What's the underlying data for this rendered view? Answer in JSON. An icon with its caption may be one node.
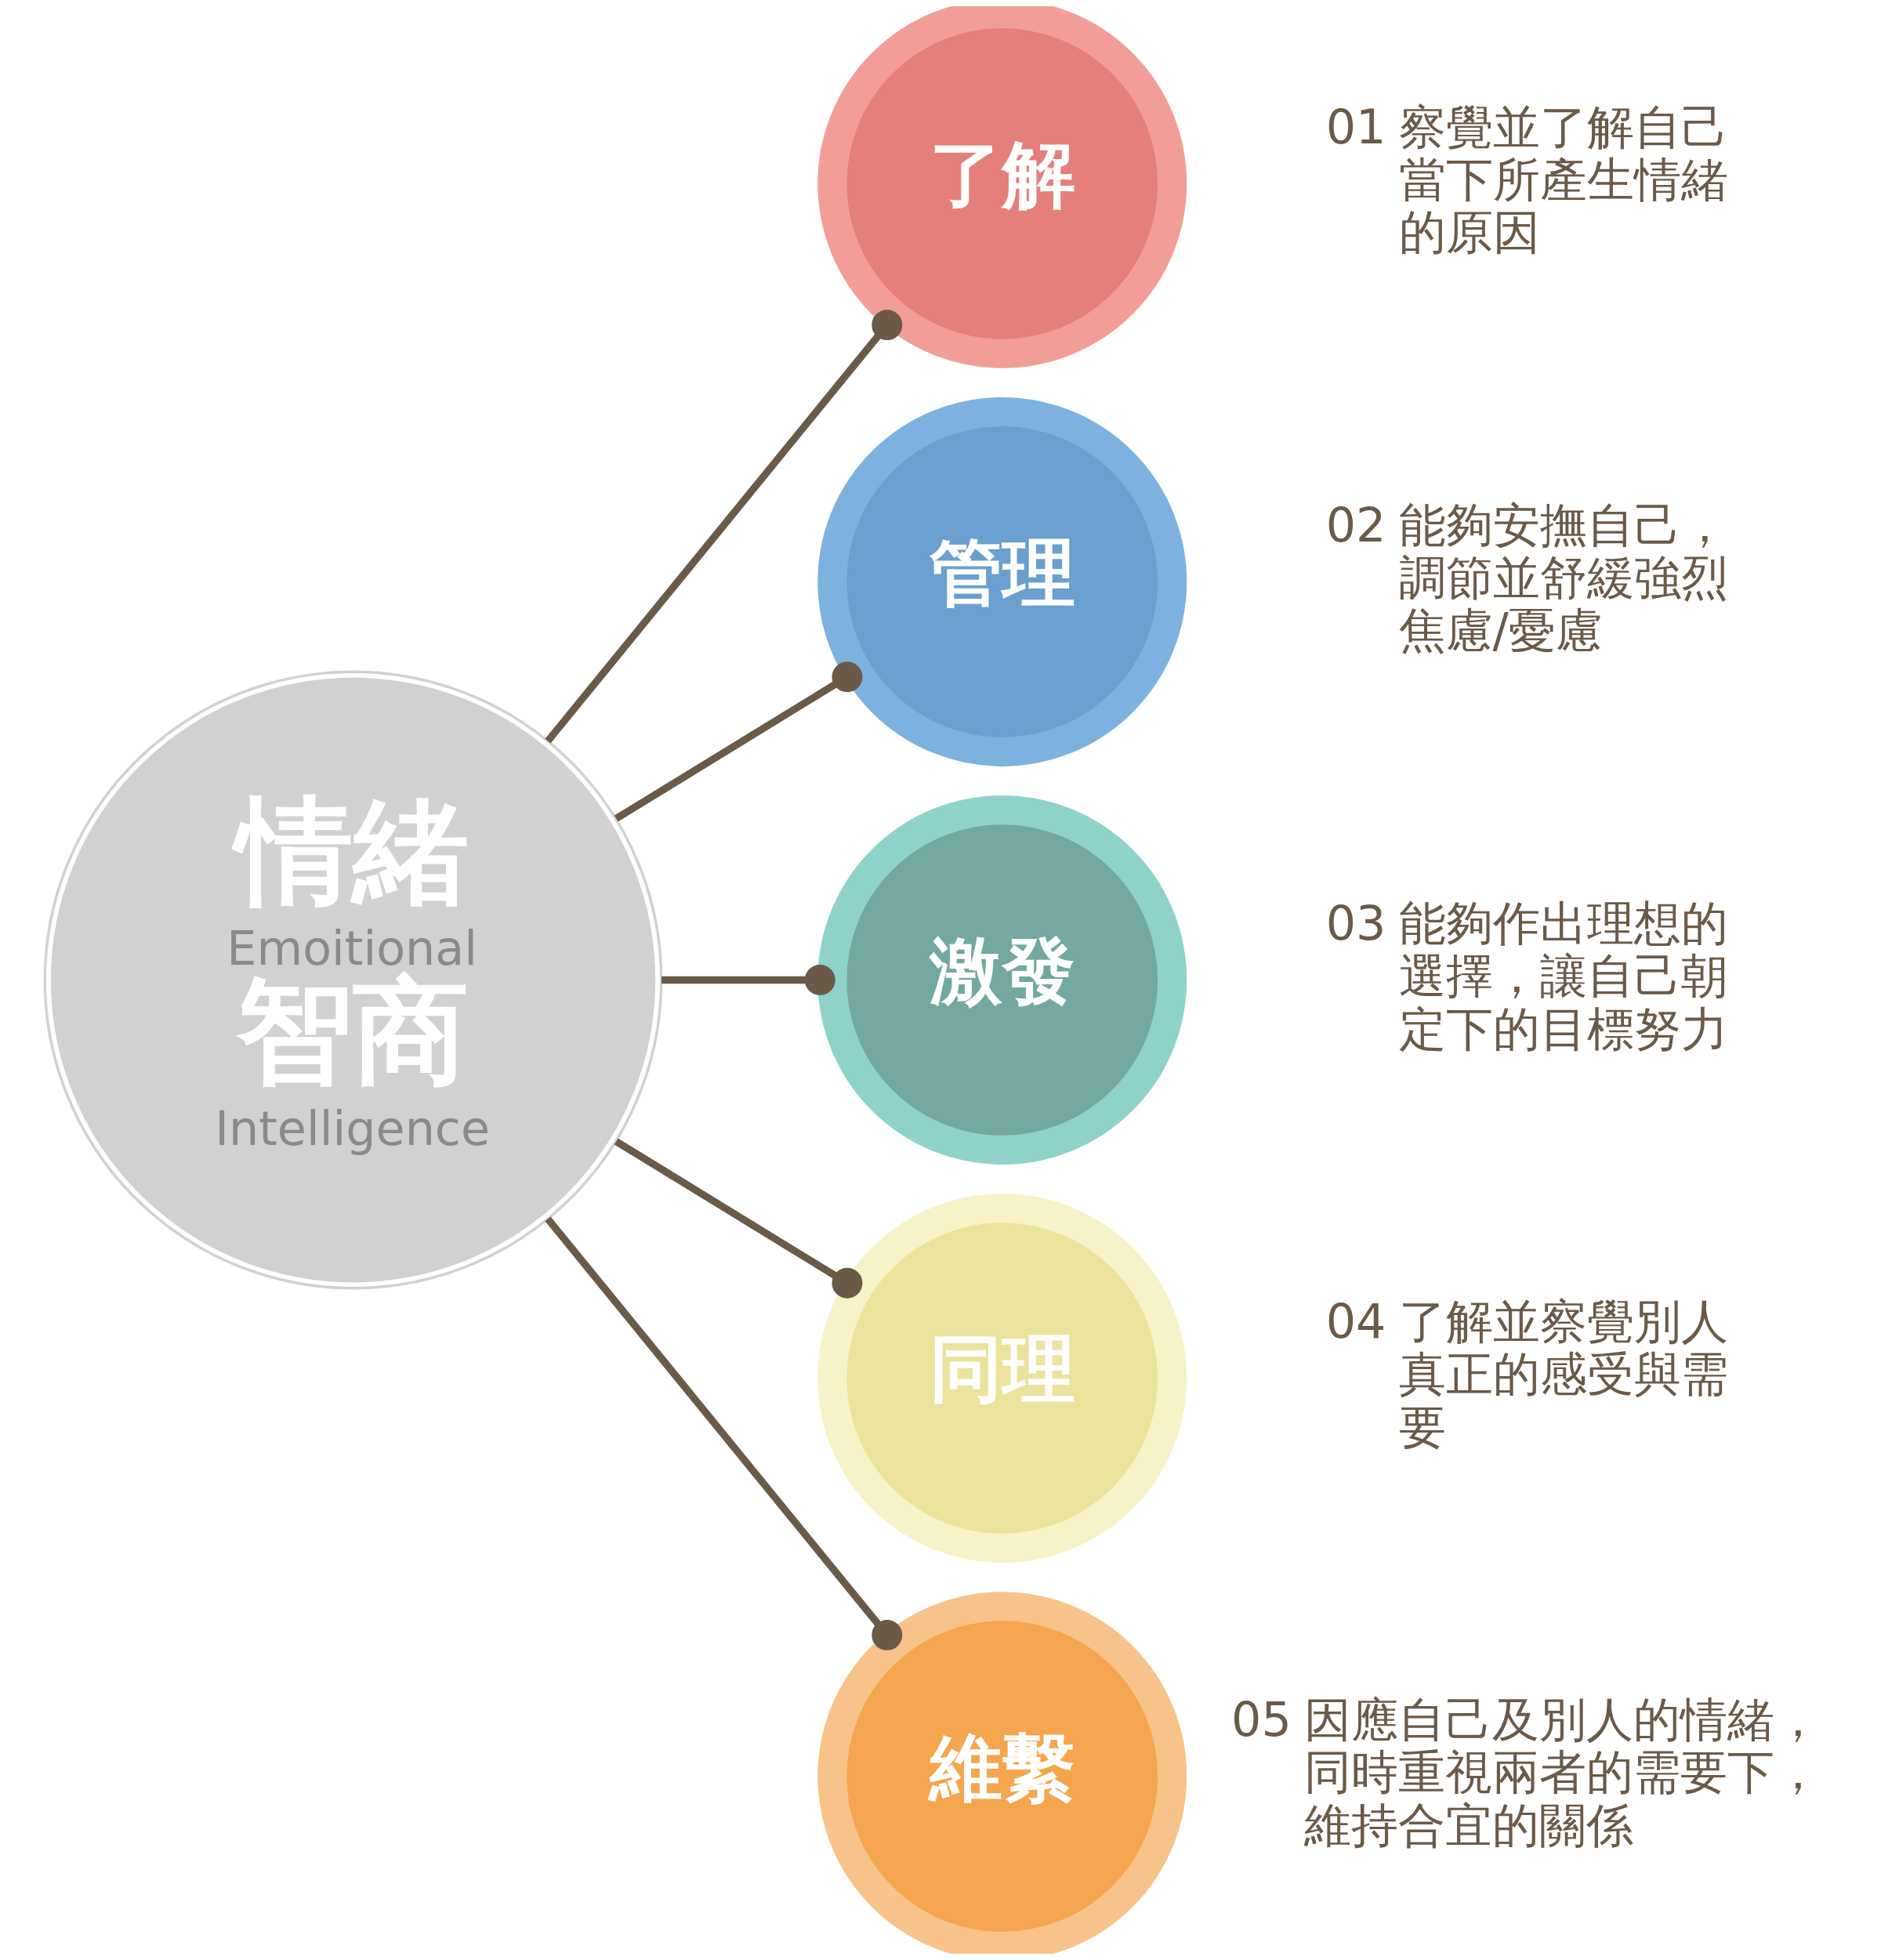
{
  "diagram": {
    "nodes": [
      {
        "text": [
          "情緒",
          "Emoitional",
          "智商",
          "Intelligence"
        ]
      },
      {
        "text": [
          "了解"
        ],
        "beside": [
          "01 察覺並了解自己當下所產生情緒的原因"
        ]
      },
      {
        "text": [
          "管理"
        ],
        "beside": [
          "02 能夠安撫自己，調節並舒緩強烈焦慮/憂慮"
        ]
      },
      {
        "text": [
          "激發"
        ],
        "beside": [
          "03 能夠作出理想的選擇，讓自己朝定下的目標努力"
        ]
      },
      {
        "text": [
          "同理"
        ],
        "beside": [
          "04 了解並察覺別人真正的感受與需要"
        ]
      },
      {
        "text": [
          "維繫"
        ],
        "beside": [
          "05 因應自己及別人的情緒，同時重視兩者的需要下，維持合宜的關係"
        ]
      }
    ],
    "edges": [
      {
        "from": 0,
        "to": 1,
        "arrow": "other"
      },
      {
        "from": 0,
        "to": 2,
        "arrow": "other"
      },
      {
        "from": 0,
        "to": 3,
        "arrow": "other"
      },
      {
        "from": 0,
        "to": 4,
        "arrow": "other"
      },
      {
        "from": 0,
        "to": 5,
        "arrow": "other"
      }
    ]
  }
}
